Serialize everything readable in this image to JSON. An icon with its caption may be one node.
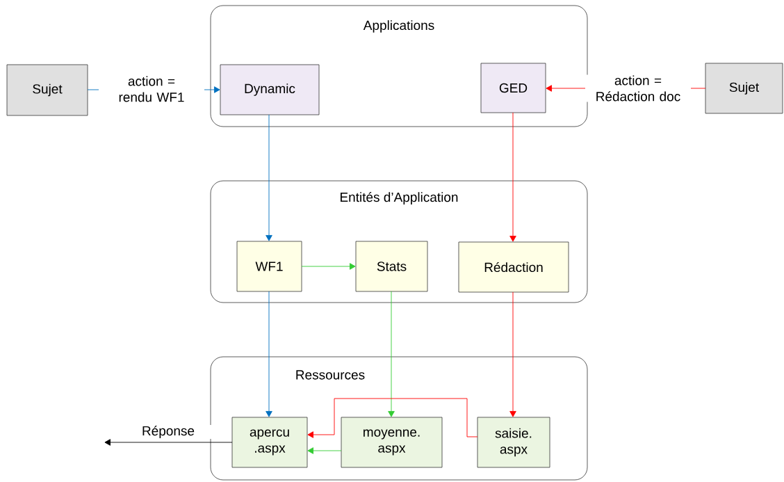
{
  "diagram": {
    "nodes": [
      {
        "text": [
          "Applications"
        ]
      },
      {
        "text": [
          "Entités d’Application"
        ]
      },
      {
        "text": [
          "Ressources"
        ]
      },
      {
        "text": [
          "Sujet"
        ]
      },
      {
        "text": [
          "Dynamic"
        ],
        "in": 0
      },
      {
        "text": [
          "GED"
        ],
        "in": 0
      },
      {
        "text": [
          "Sujet"
        ]
      },
      {
        "text": [
          "WF1"
        ],
        "in": 1
      },
      {
        "text": [
          "Stats"
        ],
        "in": 1
      },
      {
        "text": [
          "Rédaction"
        ],
        "in": 1
      },
      {
        "text": [
          "apercu .aspx"
        ],
        "in": 2
      },
      {
        "text": [
          "moyenne. aspx"
        ],
        "in": 2
      },
      {
        "text": [
          "saisie. aspx"
        ],
        "in": 2
      }
    ],
    "edges": [
      {
        "from": 3,
        "to": 4,
        "arrow": "to",
        "label": "action = rendu WF1",
        "color": "#0070c0"
      },
      {
        "from": 6,
        "to": 5,
        "arrow": "to",
        "label": "action = Rédaction doc",
        "color": "#ff0000"
      },
      {
        "from": 4,
        "to": 7,
        "arrow": "to",
        "color": "#0070c0"
      },
      {
        "from": 5,
        "to": 9,
        "arrow": "to",
        "color": "#ff0000"
      },
      {
        "from": 7,
        "to": 8,
        "arrow": "to",
        "color": "#33cc33"
      },
      {
        "from": 7,
        "to": 10,
        "arrow": "to",
        "color": "#0070c0"
      },
      {
        "from": 8,
        "to": 11,
        "arrow": "to",
        "color": "#33cc33"
      },
      {
        "from": 9,
        "to": 12,
        "arrow": "to",
        "color": "#ff0000"
      },
      {
        "from": 12,
        "to": 10,
        "arrow": "to",
        "color": "#ff0000"
      },
      {
        "from": 11,
        "to": 10,
        "arrow": "to",
        "color": "#33cc33"
      },
      {
        "from": 10,
        "to": null,
        "arrow": "to",
        "label": "Réponse",
        "color": "#000000"
      }
    ]
  }
}
